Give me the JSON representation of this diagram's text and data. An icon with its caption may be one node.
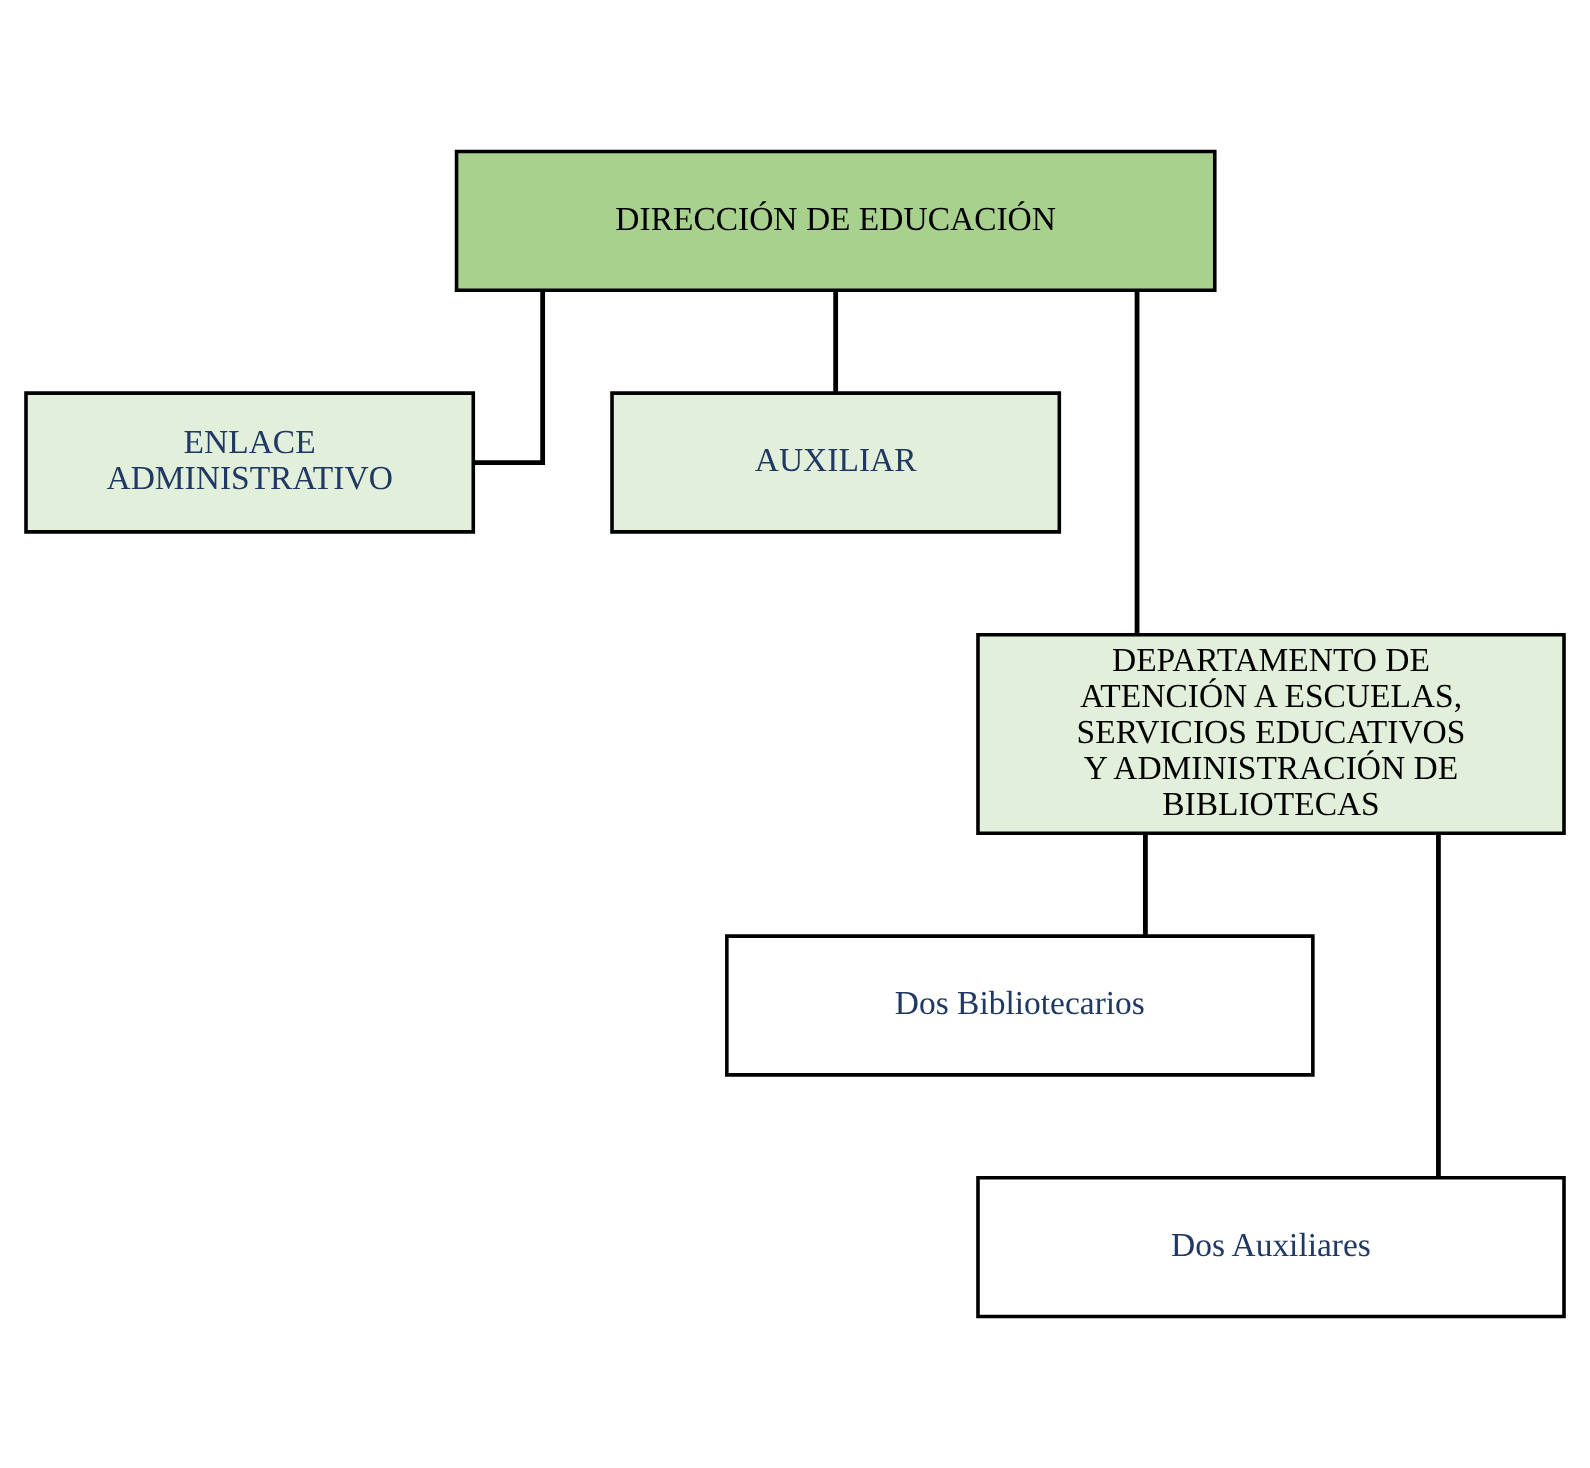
{
  "diagram": {
    "nodes": [
      {
        "text": [
          "DIRECCIÓN DE EDUCACIÓN"
        ]
      },
      {
        "text": [
          "ENLACE ADMINISTRATIVO"
        ]
      },
      {
        "text": [
          "AUXILIAR"
        ]
      },
      {
        "text": [
          "DEPARTAMENTO DE ATENCIÓN A ESCUELAS, SERVICIOS EDUCATIVOS Y ADMINISTRACIÓN DE BIBLIOTECAS"
        ]
      },
      {
        "text": [
          "Dos Bibliotecarios"
        ]
      },
      {
        "text": [
          "Dos Auxiliares"
        ]
      }
    ],
    "edges": [
      {
        "from": 0,
        "to": 1,
        "arrow": "none"
      },
      {
        "from": 0,
        "to": 2,
        "arrow": "none"
      },
      {
        "from": 0,
        "to": 3,
        "arrow": "none"
      },
      {
        "from": 3,
        "to": 4,
        "arrow": "none"
      },
      {
        "from": 3,
        "to": 5,
        "arrow": "none"
      }
    ]
  }
}
